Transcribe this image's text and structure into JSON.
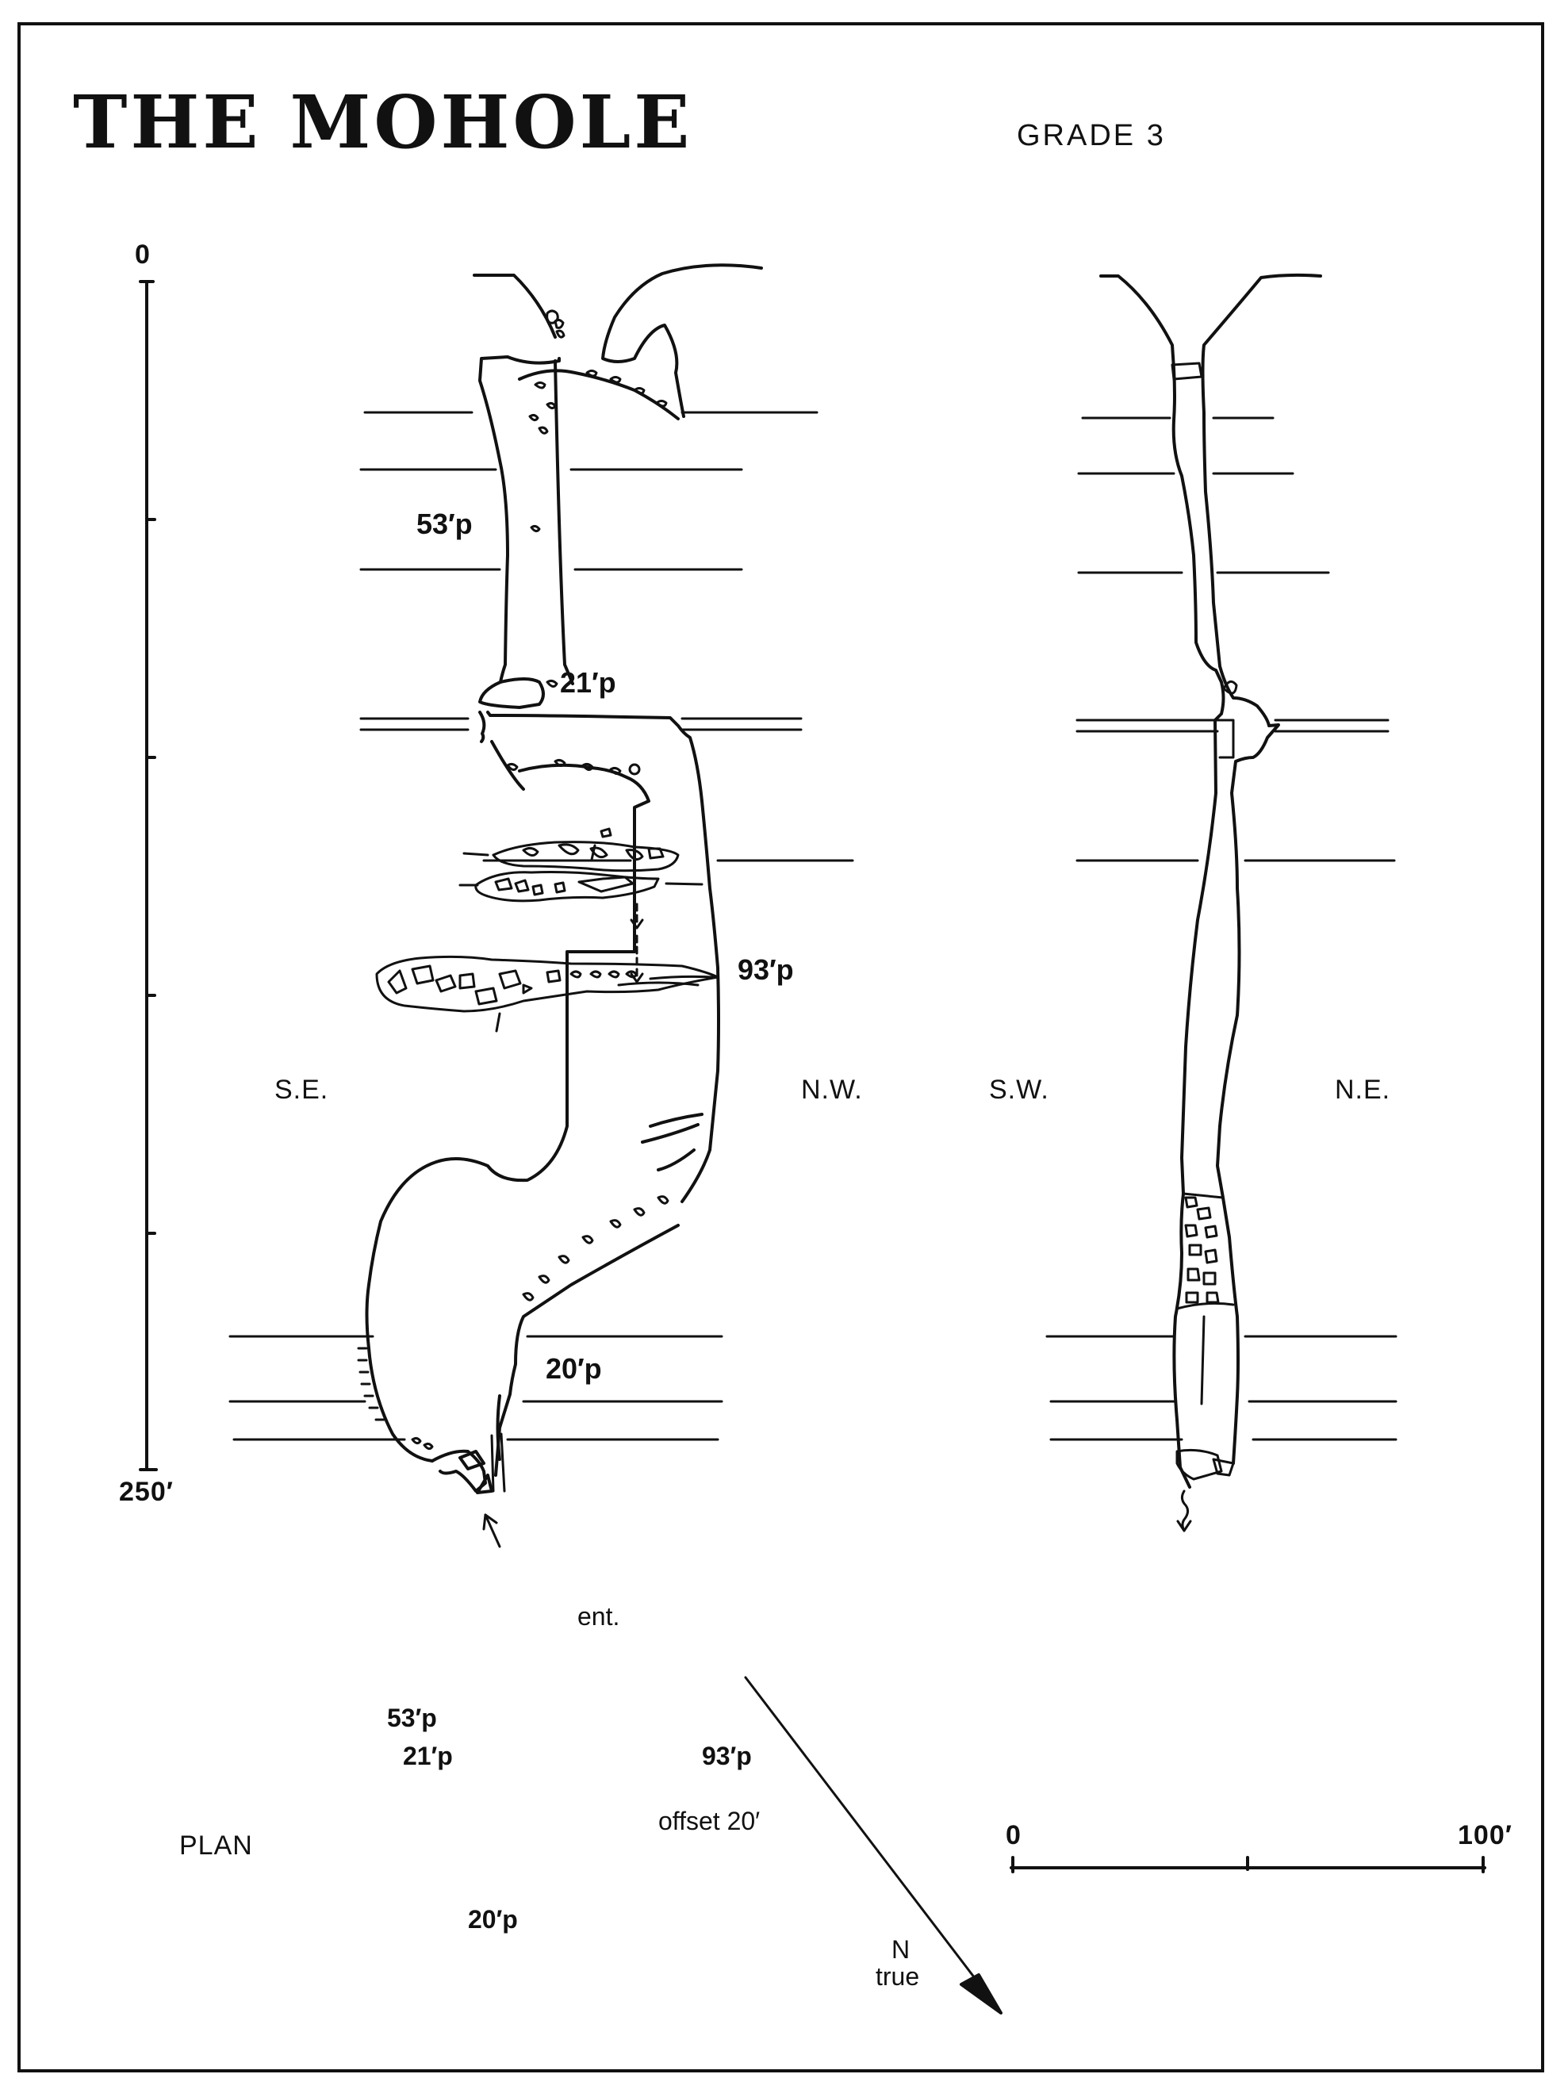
{
  "title": "THE MOHOLE",
  "grade": "GRADE 3",
  "depth_scale": {
    "top": "0",
    "bottom": "250′"
  },
  "elevation_se_nw": {
    "left_label": "S.E.",
    "right_label": "N.W.",
    "pitches": [
      "53′p",
      "21′p",
      "93′p",
      "20′p"
    ]
  },
  "elevation_sw_ne": {
    "left_label": "S.W.",
    "right_label": "N.E."
  },
  "plan": {
    "label": "PLAN",
    "entrance": "ent.",
    "pitches": [
      "53′p",
      "21′p",
      "93′p",
      "20′p"
    ],
    "offset": "offset 20′"
  },
  "north_arrow": {
    "n": "N",
    "true": "true"
  },
  "horizontal_scale": {
    "start": "0",
    "end": "100′"
  },
  "colors": {
    "ink": "#111111",
    "paper": "#ffffff"
  }
}
